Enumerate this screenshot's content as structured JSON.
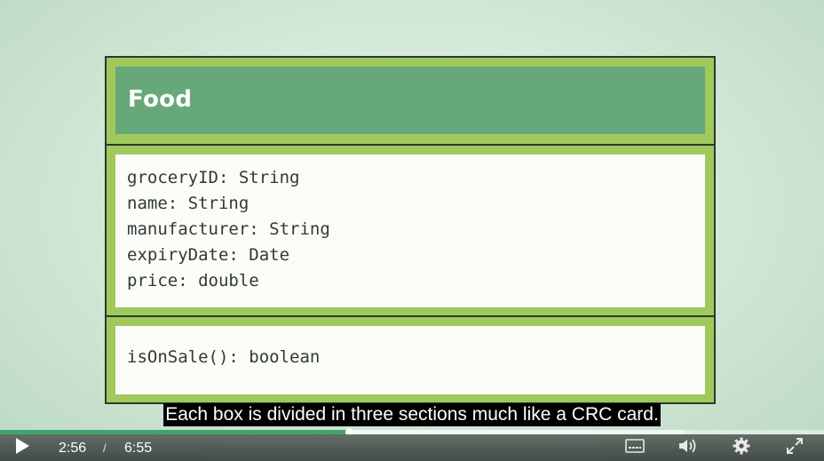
{
  "card": {
    "title": "Food",
    "attributes": [
      "groceryID: String",
      "name: String",
      "manufacturer: String",
      "expiryDate: Date",
      "price: double"
    ],
    "methods": [
      "isOnSale(): boolean"
    ]
  },
  "caption": "Each box is divided in three sections much like a CRC card.",
  "player": {
    "current_time": "2:56",
    "separator": "/",
    "duration": "6:55",
    "progress_fraction": 0.423,
    "buffered_fraction": 0.83,
    "icons": {
      "play": "play-icon",
      "captions": "captions-icon",
      "volume": "volume-icon",
      "settings": "gear-icon",
      "fullscreen": "fullscreen-icon"
    },
    "accent_color": "#3fa66b"
  },
  "colors": {
    "card_frame": "#9fc95c",
    "title_panel": "#67a87a",
    "border": "#2b3a2b"
  }
}
